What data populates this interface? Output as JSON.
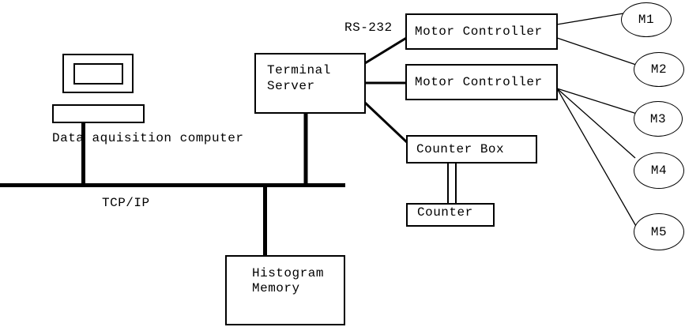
{
  "labels": {
    "data_computer": "Data aquisition computer",
    "network_bus": "TCP/IP",
    "serial_link": "RS-232"
  },
  "nodes": {
    "terminal_server": {
      "line1": "Terminal",
      "line2": "Server"
    },
    "motor_controller_top": {
      "label": "Motor Controller"
    },
    "motor_controller_bottom": {
      "label": "Motor Controller"
    },
    "counter_box": {
      "label": "Counter Box"
    },
    "counter": {
      "label": "Counter"
    },
    "histogram_memory": {
      "line1": "Histogram",
      "line2": "Memory"
    }
  },
  "motors": [
    {
      "label": "M1"
    },
    {
      "label": "M2"
    },
    {
      "label": "M3"
    },
    {
      "label": "M4"
    },
    {
      "label": "M5"
    }
  ],
  "colors": {
    "line": "#000000",
    "background": "#ffffff",
    "text": "#000000"
  }
}
